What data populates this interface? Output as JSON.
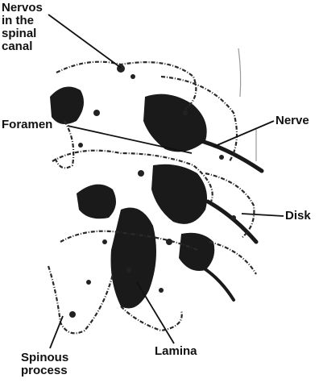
{
  "labels": {
    "nerves_in_canal": [
      "Nervos",
      "in the",
      "spinal",
      "canal"
    ],
    "foramen": "Foramen",
    "nerve": "Nerve",
    "disk": "Disk",
    "spinous_process": [
      "Spinous",
      "process"
    ],
    "lamina": "Lamina"
  },
  "colors": {
    "ink": "#111111",
    "paper": "#ffffff",
    "bone_shade": "#2a2a2a"
  }
}
